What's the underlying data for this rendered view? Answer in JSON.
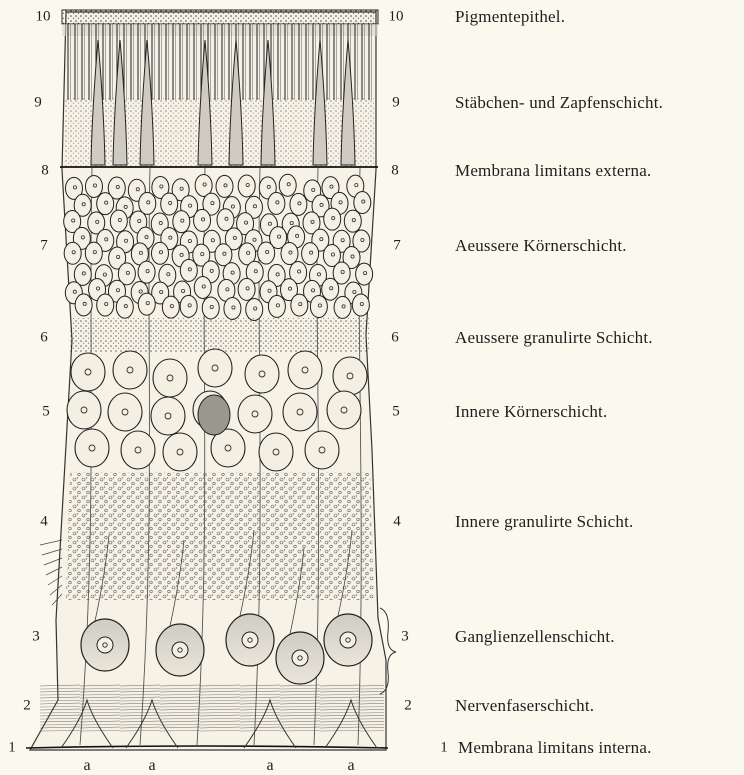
{
  "layers": [
    {
      "left": "10",
      "right": "10",
      "label": "Pigmentepithel."
    },
    {
      "left": "9",
      "right": "9",
      "label": "Stäbchen- und Zapfenschicht."
    },
    {
      "left": "8",
      "right": "8",
      "label": "Membrana limitans externa."
    },
    {
      "left": "7",
      "right": "7",
      "label": "Aeussere Körnerschicht."
    },
    {
      "left": "6",
      "right": "6",
      "label": "Aeussere granulirte Schicht."
    },
    {
      "left": "5",
      "right": "5",
      "label": "Innere Körnerschicht."
    },
    {
      "left": "4",
      "right": "4",
      "label": "Innere granulirte Schicht."
    },
    {
      "left": "3",
      "right": "3",
      "label": "Ganglienzellenschicht."
    },
    {
      "left": "2",
      "right": "2",
      "label": "Nervenfaserschicht."
    },
    {
      "left": "1",
      "right": "1",
      "label": "Membrana limitans interna."
    }
  ],
  "bottom_marks": [
    "a",
    "a",
    "a",
    "a"
  ]
}
